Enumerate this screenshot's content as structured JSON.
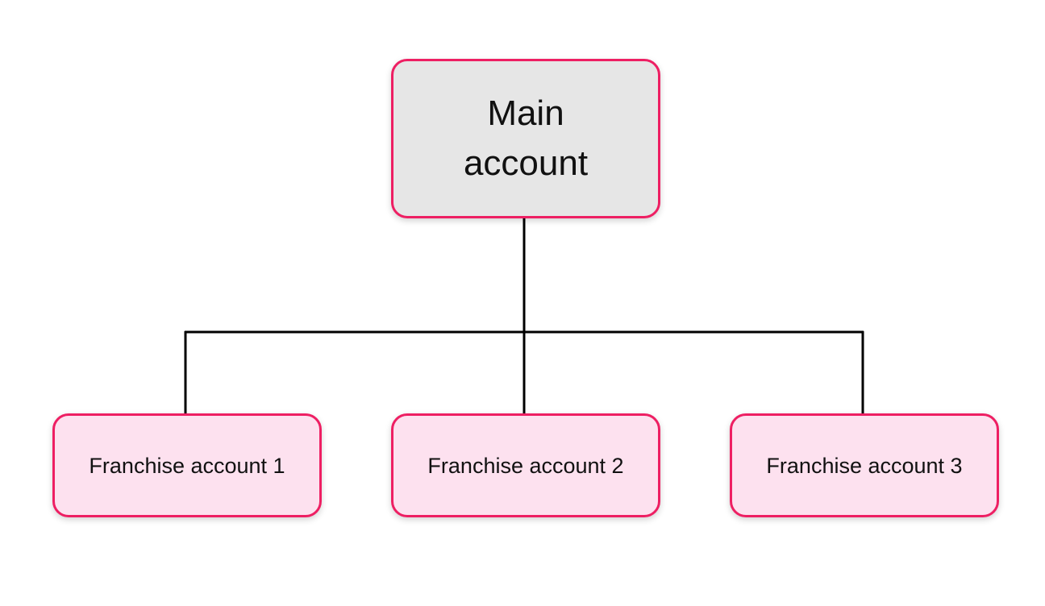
{
  "diagram": {
    "type": "org-chart",
    "root": {
      "label": "Main account"
    },
    "children": [
      {
        "label": "Franchise account 1"
      },
      {
        "label": "Franchise account 2"
      },
      {
        "label": "Franchise account 3"
      }
    ],
    "colors": {
      "node_border": "#ee1f63",
      "root_fill": "#e6e6e6",
      "child_fill": "#fde1ef",
      "connector": "#000000"
    }
  }
}
